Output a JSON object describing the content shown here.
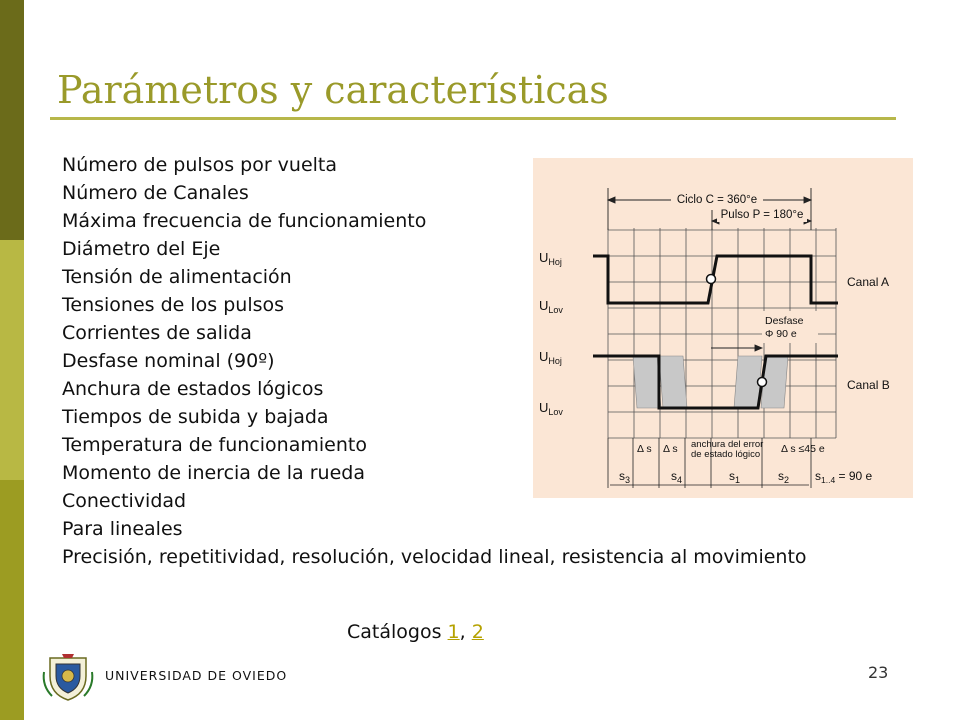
{
  "slide": {
    "title": "Parámetros y características",
    "page_number": "23",
    "university": "UNIVERSIDAD DE OVIEDO",
    "colors": {
      "sidebar_dark": "#6b6b1a",
      "sidebar_light": "#b8b844",
      "sidebar_mid": "#9c9c22",
      "title": "#9a9a2a",
      "link": "#b5a200",
      "figure_bg": "#fbe6d5"
    }
  },
  "bullets": [
    "Número de pulsos por vuelta",
    "Número de Canales",
    "Máxima frecuencia de funcionamiento",
    "Diámetro del Eje",
    "Tensión de alimentación",
    "Tensiones de los pulsos",
    "Corrientes de salida",
    "Desfase nominal (90º)",
    "Anchura de estados lógicos",
    "Tiempos de subida y bajada",
    "Temperatura de funcionamiento",
    "Momento de inercia de la rueda",
    "Conectividad",
    "Para lineales",
    "Precisión, repetitividad, resolución, velocidad lineal, resistencia al movimiento"
  ],
  "catalogs": {
    "label": "Catálogos",
    "sep": ",",
    "links": [
      "1",
      "2"
    ]
  },
  "figure": {
    "cycle": "Ciclo C = 360°e",
    "pulse": "Pulso P = 180°e",
    "u": "U",
    "hoj": "Hoj",
    "lov": "Lov",
    "canal_a": "Canal A",
    "canal_b": "Canal B",
    "desfase": "Desfase",
    "phi": "Φ  90 e",
    "delta_s": "Δ s",
    "anchura_1": "anchura del error",
    "anchura_2": "de estado lógico",
    "delta_le": "Δ s ≤45 e",
    "s": "s",
    "s_idx": [
      "3",
      "4",
      "1",
      "2"
    ],
    "s14_sub": "1..4",
    "s14_val": " = 90 e"
  }
}
